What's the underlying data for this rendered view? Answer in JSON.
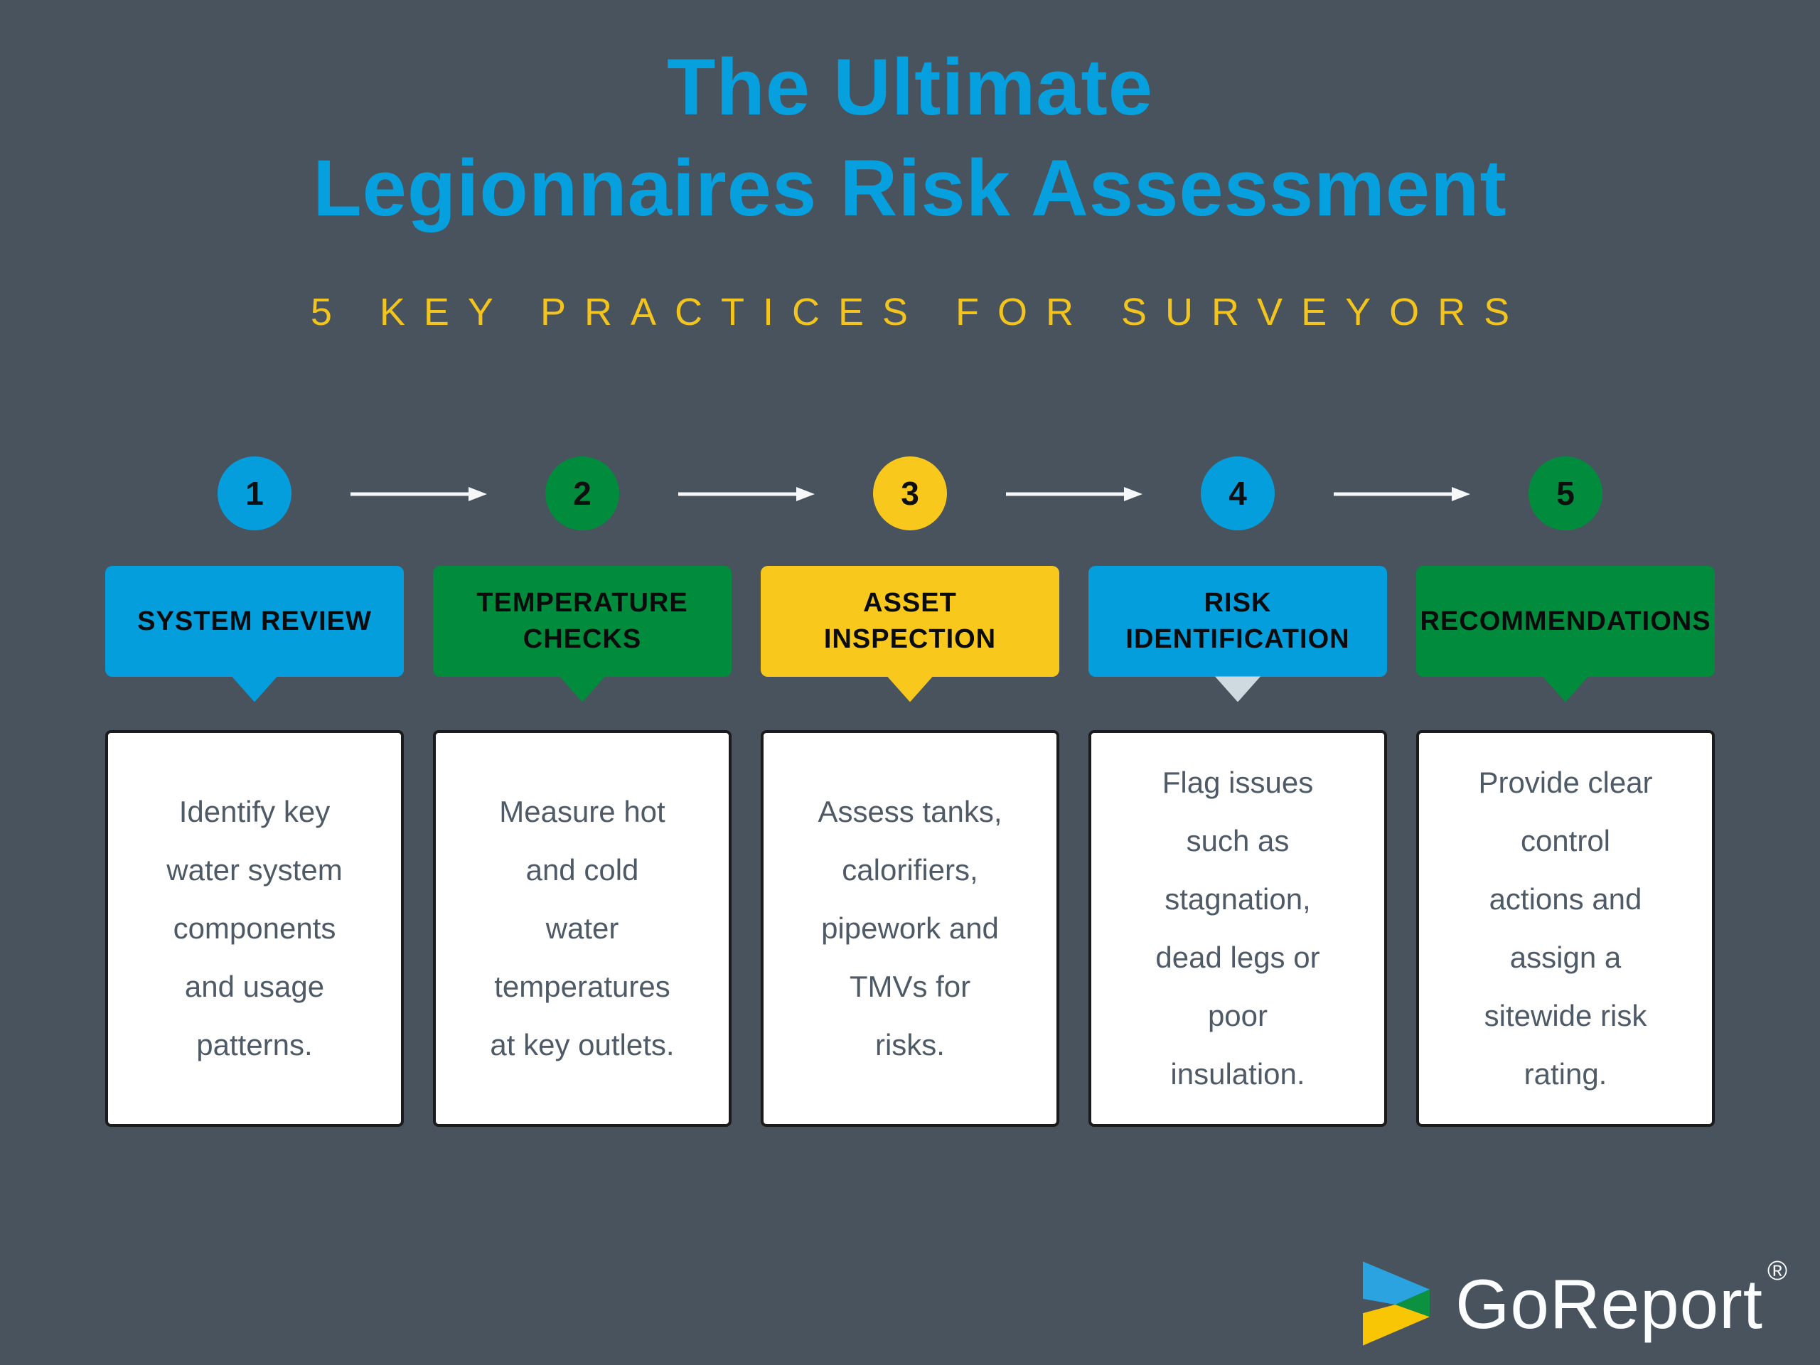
{
  "title": {
    "line1": "The Ultimate",
    "line2": "Legionnaires Risk Assessment"
  },
  "subtitle": "5 KEY PRACTICES FOR SURVEYORS",
  "colors": {
    "bg": "#48535E",
    "title_blue": "#07A0DF",
    "subtitle_yellow": "#F2C41D",
    "blue": "#049EDC",
    "green": "#008C3C",
    "yellow": "#F8C81C",
    "gray": "#CFDAE0",
    "arrow": "#F5F7F8",
    "card_text": "#4E5A66",
    "card_border": "#1B1B1B"
  },
  "steps": [
    {
      "number": "1",
      "color": "blue",
      "pointer_color": "blue",
      "label": "SYSTEM REVIEW",
      "description": "Identify key\nwater system\ncomponents\nand usage\npatterns."
    },
    {
      "number": "2",
      "color": "green",
      "pointer_color": "green",
      "label": "TEMPERATURE\nCHECKS",
      "description": "Measure hot\nand cold\nwater\ntemperatures\nat key outlets."
    },
    {
      "number": "3",
      "color": "yellow",
      "pointer_color": "yellow",
      "label": "ASSET\nINSPECTION",
      "description": "Assess tanks,\ncalorifiers,\npipework and\nTMVs for\nrisks."
    },
    {
      "number": "4",
      "color": "blue",
      "pointer_color": "gray",
      "label": "RISK\nIDENTIFICATION",
      "description": "Flag issues\nsuch as\nstagnation,\ndead legs or\npoor\ninsulation."
    },
    {
      "number": "5",
      "color": "green",
      "pointer_color": "green",
      "label": "RECOMMENDATIONS",
      "description": "Provide clear\ncontrol\nactions and\nassign a\nsitewide risk\nrating."
    }
  ],
  "footer": {
    "brand": "GoReport",
    "registered_mark": "®",
    "logo_colors": {
      "blue": "#2BA3E0",
      "green": "#0C9140",
      "yellow": "#F9C606"
    }
  }
}
